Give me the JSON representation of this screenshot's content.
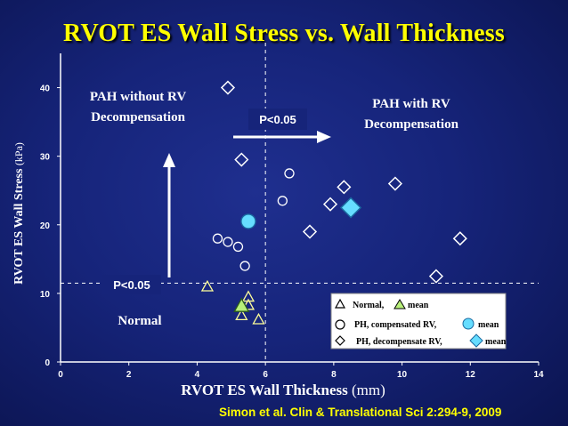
{
  "chart_data": {
    "type": "scatter",
    "title": "RVOT ES Wall Stress vs. Wall Thickness",
    "xlabel": "RVOT ES Wall Thickness",
    "xlabel_unit": "(mm)",
    "ylabel": "RVOT ES Wall Stress",
    "ylabel_unit": "(kPa)",
    "xlim": [
      0,
      14
    ],
    "ylim": [
      0,
      45
    ],
    "x_ticks": [
      "0",
      "2",
      "4",
      "6",
      "8",
      "10",
      "12",
      "14"
    ],
    "y_ticks": [
      "0",
      "10",
      "20",
      "30",
      "40"
    ],
    "reference_lines": {
      "x": 6.0,
      "y": 11.5
    },
    "annotations": {
      "upper_left": "PAH without RV",
      "upper_left_2": "Decompensation",
      "upper_right": "PAH with RV",
      "upper_right_2": "Decompensation",
      "p_horizontal": "P<0.05",
      "p_vertical": "P<0.05",
      "normal": "Normal"
    },
    "legend": {
      "position": "bottom-right",
      "normal": "Normal,",
      "normal_mean": "mean",
      "compensated": "PH, compensated RV,",
      "compensated_mean": "mean",
      "decompensated": "PH, decompensate RV,",
      "decompensated_mean": "mean"
    },
    "series": [
      {
        "name": "Normal",
        "marker": "triangle",
        "points": [
          [
            4.3,
            11.0
          ],
          [
            5.5,
            9.5
          ],
          [
            5.5,
            8.3
          ],
          [
            5.3,
            6.8
          ],
          [
            5.8,
            6.2
          ]
        ],
        "mean": [
          5.3,
          8.2
        ]
      },
      {
        "name": "PH, compensated RV",
        "marker": "circle",
        "points": [
          [
            6.7,
            27.5
          ],
          [
            6.5,
            23.5
          ],
          [
            4.6,
            18.0
          ],
          [
            4.9,
            17.5
          ],
          [
            5.2,
            16.8
          ],
          [
            5.4,
            14.0
          ]
        ],
        "mean": [
          5.5,
          20.5
        ]
      },
      {
        "name": "PH, decompensate RV",
        "marker": "diamond",
        "points": [
          [
            4.9,
            40.0
          ],
          [
            5.3,
            29.5
          ],
          [
            7.9,
            23.0
          ],
          [
            8.3,
            25.5
          ],
          [
            9.8,
            26.0
          ],
          [
            7.3,
            19.0
          ],
          [
            11.7,
            18.0
          ],
          [
            11.0,
            12.5
          ]
        ],
        "mean": [
          8.5,
          22.5
        ]
      }
    ],
    "colors": {
      "background": "#16247a",
      "title": "#ffff00",
      "mean_normal": "#b8f07a",
      "mean_compensated": "#66ddff",
      "mean_decompensated": "#66ddff",
      "citation": "#ffff00"
    }
  },
  "citation": "Simon et al. Clin & Translational Sci 2:294-9, 2009"
}
